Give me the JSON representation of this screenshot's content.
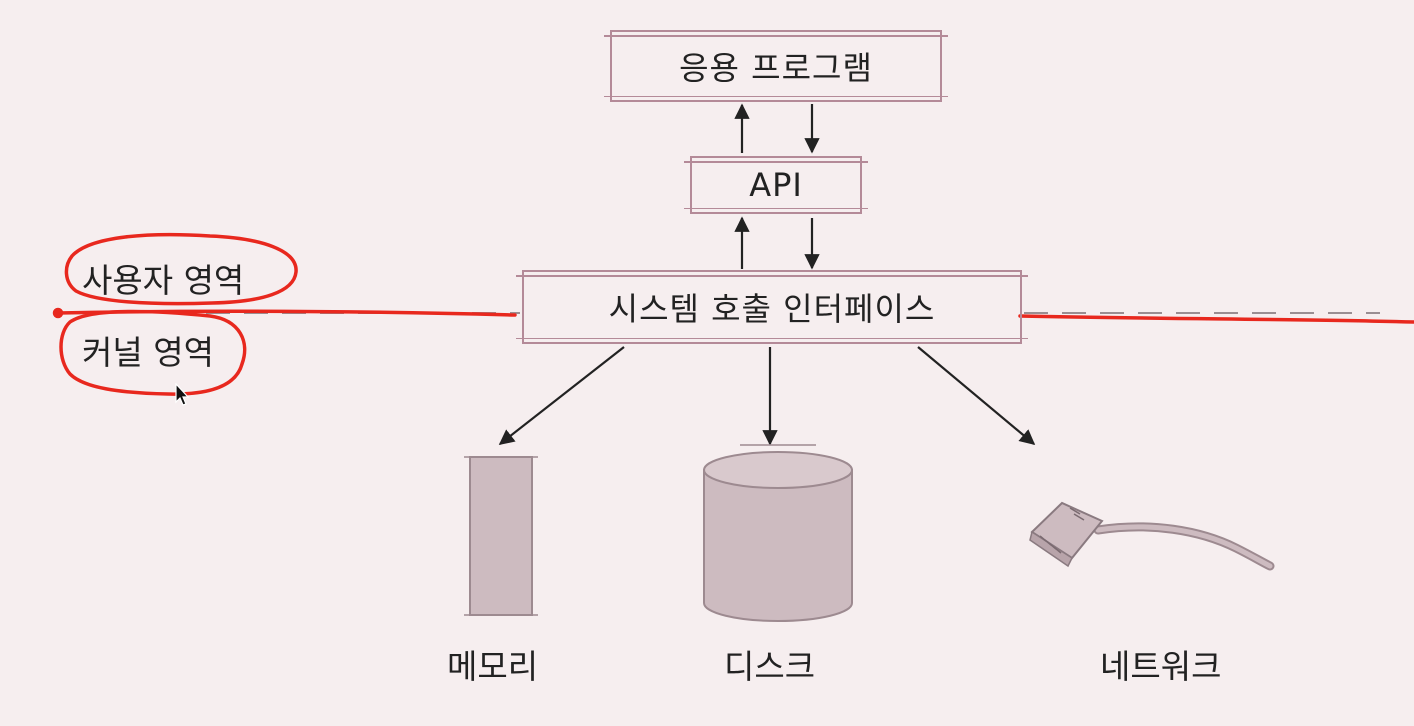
{
  "diagram": {
    "boxes": {
      "app": "응용 프로그램",
      "api": "API",
      "syscall": "시스템 호출 인터페이스"
    },
    "regions": {
      "user": "사용자 영역",
      "kernel": "커널 영역"
    },
    "devices": {
      "memory": "메모리",
      "disk": "디스크",
      "network": "네트워크"
    }
  },
  "colors": {
    "background": "#f6eeef",
    "box_border": "#b48a98",
    "device_fill": "#cdbbc0",
    "annotation": "#e8281e",
    "arrow": "#222222"
  },
  "icons": [
    "memory-module-icon",
    "disk-cylinder-icon",
    "network-cable-icon",
    "mouse-cursor-icon"
  ]
}
